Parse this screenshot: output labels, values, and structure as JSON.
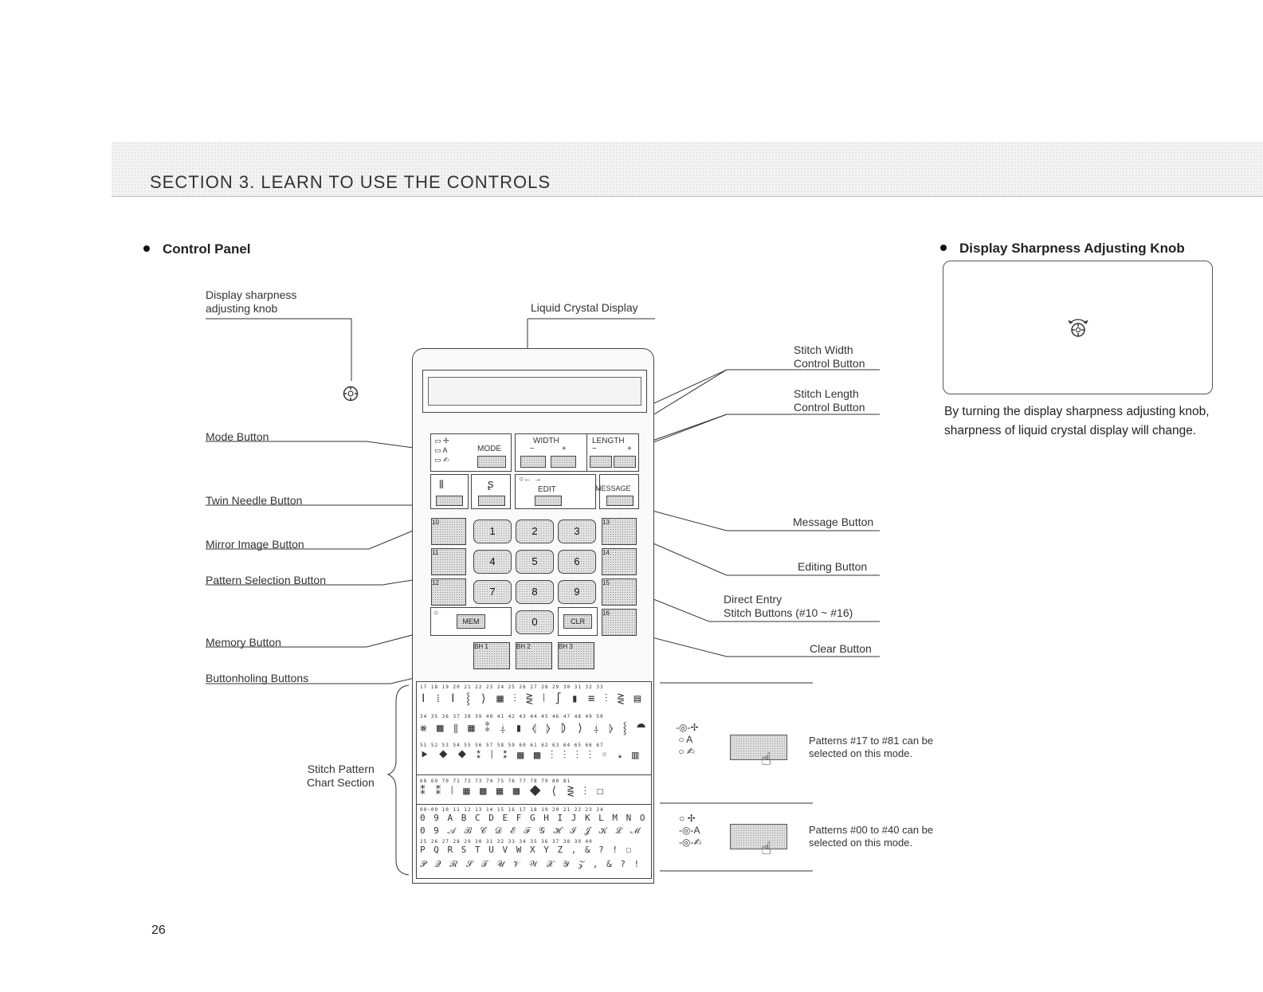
{
  "header": {
    "section_title": "SECTION  3.   LEARN TO USE THE CONTROLS"
  },
  "control_panel": {
    "heading": "Control Panel",
    "labels": {
      "display_knob_line1": "Display sharpness",
      "display_knob_line2": "adjusting knob",
      "lcd": "Liquid Crystal Display",
      "mode_button": "Mode Button",
      "twin_needle_button": "Twin Needle Button",
      "mirror_image_button": "Mirror Image Button",
      "pattern_selection_button": "Pattern Selection Button",
      "memory_button": "Memory Button",
      "buttonholing_buttons": "Buttonholing Buttons",
      "stitch_width_line1": "Stitch Width",
      "stitch_width_line2": "Control Button",
      "stitch_length_line1": "Stitch Length",
      "stitch_length_line2": "Control Button",
      "message_button": "Message Button",
      "editing_button": "Editing Button",
      "direct_entry_line1": "Direct Entry",
      "direct_entry_line2": "Stitch Buttons (#10 ~ #16)",
      "clear_button": "Clear Button",
      "stitch_chart_line1": "Stitch Pattern",
      "stitch_chart_line2": "Chart Section"
    },
    "panel_buttons": {
      "mode": "MODE",
      "width": "WIDTH",
      "length": "LENGTH",
      "minus": "−",
      "plus": "+",
      "edit": "EDIT",
      "message": "MESSAGE",
      "mem": "MEM",
      "clr": "CLR",
      "numbers": [
        "1",
        "2",
        "3",
        "4",
        "5",
        "6",
        "7",
        "8",
        "9",
        "0"
      ],
      "direct_keys": [
        "13",
        "14",
        "15",
        "16"
      ],
      "side_keys": [
        "10",
        "11",
        "12"
      ],
      "buttonhole_keys": [
        "BH 1",
        "BH 2",
        "BH 3"
      ]
    },
    "chart_rows": [
      {
        "nums": "17 18 19 20 21 22 23 24 25 26 27 28 29 30 31 32 33",
        "glyphs": "ǀ ⁞ ǀ ⸾ ⟩ ▦ ⫶ ⋛ ⦚ ∫ ▮ ≡ ⫶ ⋛ ▤"
      },
      {
        "nums": "34 35 36 37 38 39 40 41 42 43 44 45 46 47 48 49 50",
        "glyphs": "⨳ ▩ ⦀ ▦ ⁑ ⸸ ▮ ⦉ ⦊ ⦈ ⟩ ⸸ ⦊ ⸾ ⯊"
      },
      {
        "nums": "51 52 53 54 55 56 57 58 59 60 61 62 63 64 65 66 67",
        "glyphs": "⯈ ⯁ ⯁ ⁑ ⦚ ⁑ ▦ ▩ ⫶ ⫶ ⫶ ⫶ ◦ ⁎ ▥"
      },
      {
        "nums": "68 69 70 71 72 73 74 75 76 77 78 79 80 81",
        "glyphs": "⁑ ⁑ ⦚ ▦ ▩ ▦ ▩ ⯁ ⟨ ⋛ ⫶ ☐"
      },
      {
        "nums": "00~09 10 11 12 13 14 15 16 17 18 19 20 21 22 23 24",
        "glyphs": "0 9 A B C D E F G H I J K L M N O"
      },
      {
        "nums": "",
        "glyphs": "0 9 𝒜 ℬ 𝒞 𝒟 ℰ ℱ 𝒢 ℋ ℐ 𝒥 𝒦 ℒ ℳ 𝒩 𝒪"
      },
      {
        "nums": "25 26 27 28 29 30 31 32 33 34 35 36 37 38 39 40",
        "glyphs": "P Q R S T U V W X Y Z , & ? ! ☐"
      },
      {
        "nums": "",
        "glyphs": "𝒫 𝒬 ℛ 𝒮 𝒯 𝒰 𝒱 𝒲 𝒳 𝒴 𝒵 , & ? ! ☐"
      }
    ],
    "mode_notes": [
      {
        "line1": "Patterns #17 to #81 can be",
        "line2": "selected on this mode."
      },
      {
        "line1": "Patterns #00 to #40 can be",
        "line2": "selected on this mode."
      }
    ]
  },
  "knob_section": {
    "heading": "Display Sharpness Adjusting Knob",
    "description": "By turning the display sharpness adjusting knob, sharpness of liquid crystal display will change."
  },
  "page_number": "26"
}
